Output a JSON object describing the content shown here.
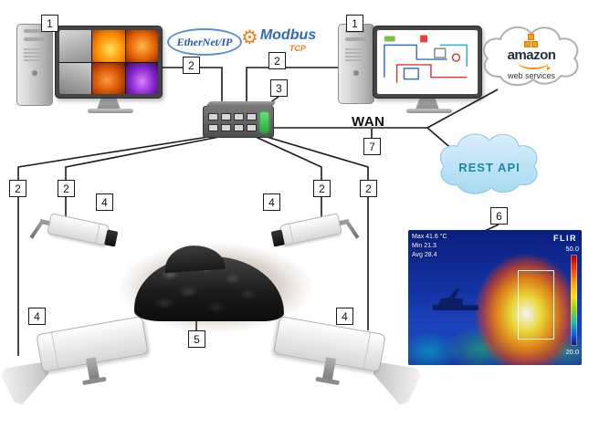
{
  "markers": {
    "n1": "1",
    "n2": "2",
    "n3": "3",
    "n4": "4",
    "n5": "5",
    "n6": "6",
    "n7": "7"
  },
  "protocols": {
    "ethernet_ip": "EtherNet/IP",
    "modbus": "Modbus",
    "modbus_tcp": "TCP"
  },
  "network": {
    "wan": "WAN"
  },
  "clouds": {
    "aws_brand": "amazon",
    "aws_sub": "web services",
    "rest_api": "REST API"
  },
  "thermal": {
    "brand": "FLIR",
    "scale_max": "50.0",
    "scale_min": "20.0",
    "readouts": [
      "Max 41.6 °C",
      "Min 21.3",
      "Avg 28.4"
    ]
  },
  "colors": {
    "wire": "#1a1a1a",
    "ethernet_blue": "#1f5aa8",
    "modbus_orange": "#f08019",
    "rest_teal": "#1b8a9e",
    "aws_orange": "#f79400",
    "led_green": "#3ecb52"
  }
}
